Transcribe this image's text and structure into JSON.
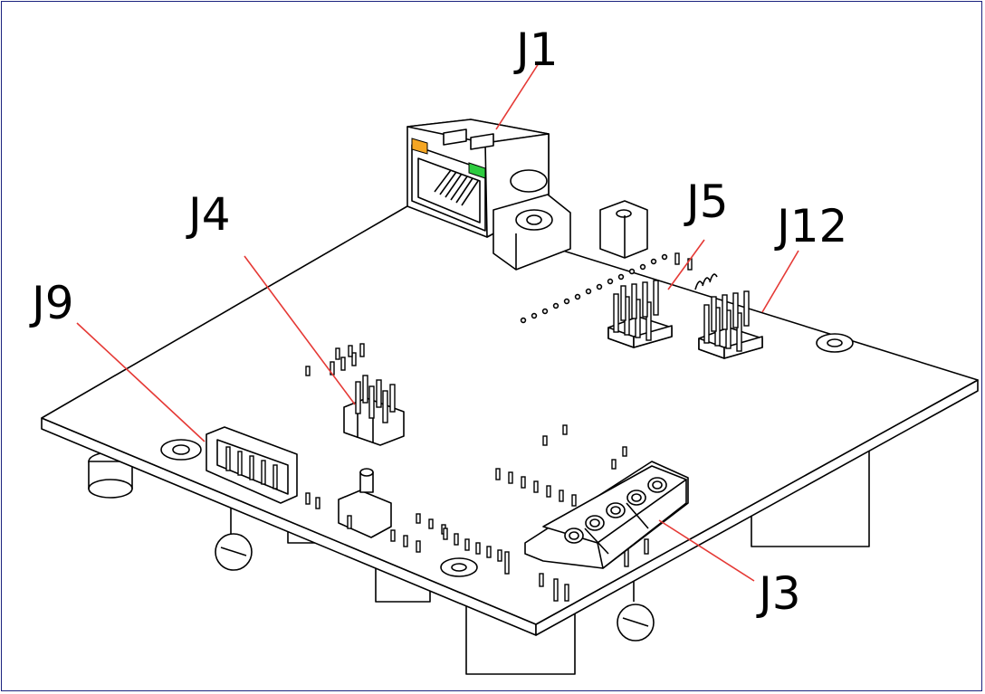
{
  "labels": {
    "j1": "J1",
    "j4": "J4",
    "j5": "J5",
    "j9": "J9",
    "j12": "J12",
    "j3": "J3"
  },
  "colors": {
    "frame_border": "#1a237e",
    "leader_line": "#e53935",
    "led_orange": "#f5a623",
    "led_green": "#2ecc40"
  }
}
